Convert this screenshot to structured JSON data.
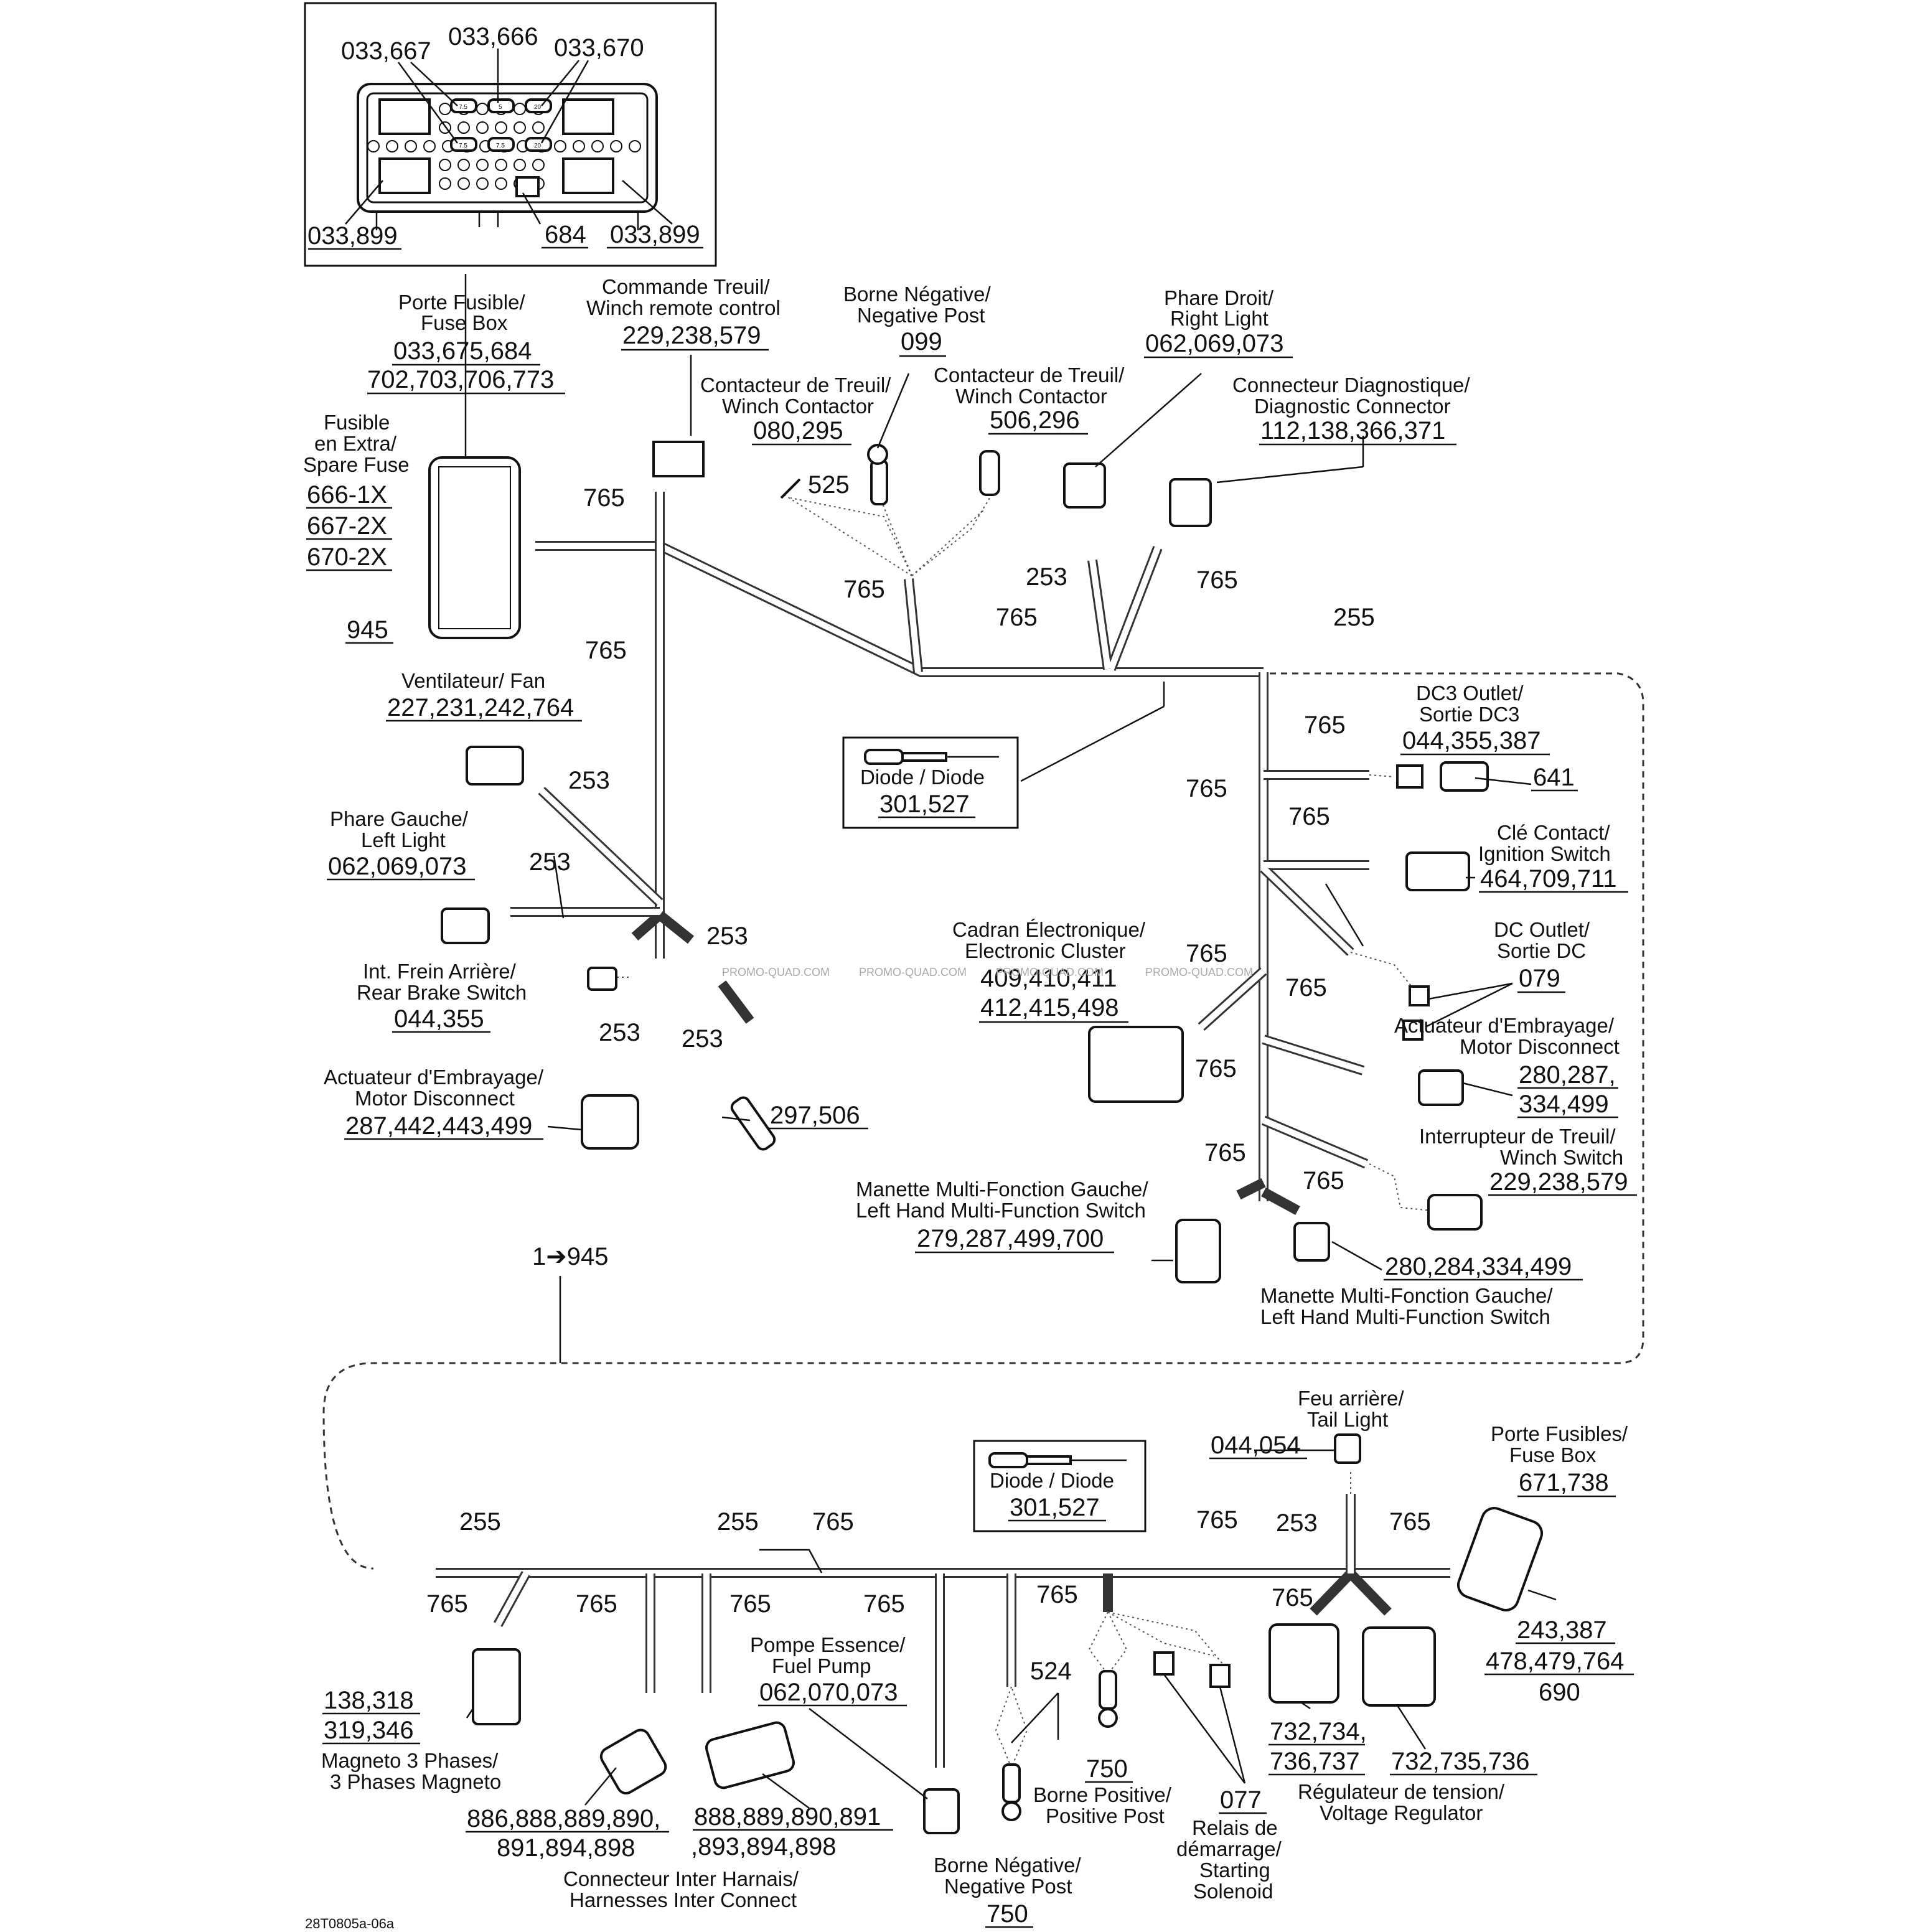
{
  "diagram_code": "28T0805a-06a",
  "watermark": "PROMO-QUAD.COM",
  "fuse_inset": {
    "labels": [
      "033,667",
      "033,666",
      "033,670",
      "033,899",
      "684",
      "033,899"
    ],
    "fuse_values": [
      "7.5",
      "5",
      "20",
      "7.5",
      "7.5",
      "20"
    ]
  },
  "labels": {
    "fusebox_top": [
      "Porte Fusible/",
      "Fuse Box",
      "033,675,684",
      "702,703,706,773"
    ],
    "winch_remote": [
      "Commande Treuil/",
      "Winch remote control",
      "229,238,579"
    ],
    "neg_post_top": [
      "Borne Négative/",
      "Negative Post",
      "099"
    ],
    "right_light": [
      "Phare Droit/",
      "Right Light",
      "062,069,073"
    ],
    "winch_contactor_1": [
      "Contacteur de Treuil/",
      "Winch Contactor",
      "080,295"
    ],
    "winch_contactor_2": [
      "Contacteur de Treuil/",
      "Winch Contactor",
      "506,296"
    ],
    "diag_connector": [
      "Connecteur Diagnostique/",
      "Diagnostic Connector",
      "112,138,366,371"
    ],
    "spare_fuse": [
      "Fusible",
      "en Extra/",
      "Spare Fuse",
      "666-1X",
      "667-2X",
      "670-2X"
    ],
    "fan": [
      "Ventilateur/ Fan",
      "227,231,242,764"
    ],
    "left_light": [
      "Phare Gauche/",
      "Left Light",
      "062,069,073"
    ],
    "rear_brake": [
      "Int. Frein Arrière/",
      "Rear Brake Switch",
      "044,355"
    ],
    "motor_disconnect_left": [
      "Actuateur d'Embrayage/",
      "Motor Disconnect",
      "287,442,443,499"
    ],
    "diode_top": [
      "Diode / Diode",
      "301,527"
    ],
    "dc3_outlet": [
      "DC3 Outlet/",
      "Sortie DC3",
      "044,355,387"
    ],
    "ignition": [
      "Clé Contact/",
      "Ignition Switch",
      "464,709,711"
    ],
    "cluster": [
      "Cadran Électronique/",
      "Electronic Cluster",
      "409,410,411",
      "412,415,498"
    ],
    "dc_outlet": [
      "DC Outlet/",
      "Sortie DC",
      "079"
    ],
    "motor_disconnect_right": [
      "Actuateur d'Embrayage/",
      "Motor Disconnect",
      "280,287,",
      "334,499"
    ],
    "winch_switch": [
      "Interrupteur de Treuil/",
      "Winch Switch",
      "229,238,579"
    ],
    "lh_switch_1": [
      "Manette Multi-Fonction Gauche/",
      "Left Hand Multi-Function Switch",
      "279,287,499,700"
    ],
    "lh_switch_2": [
      "280,284,334,499",
      "Manette Multi-Fonction Gauche/",
      "Left Hand Multi-Function Switch"
    ],
    "break_ref": "1➔945",
    "tail_light": [
      "Feu arrière/",
      "Tail Light",
      "044,054"
    ],
    "diode_bottom": [
      "Diode / Diode",
      "301,527"
    ],
    "fusebox_bottom": [
      "Porte Fusibles/",
      "Fuse Box",
      "671,738"
    ],
    "fusebox_bottom_refs": [
      "243,387",
      "478,479,764",
      "690"
    ],
    "magneto": [
      "138,318",
      "319,346",
      "Magneto 3 Phases/",
      "3 Phases Magneto"
    ],
    "fuel_pump": [
      "Pompe Essence/",
      "Fuel Pump",
      "062,070,073"
    ],
    "inter_conn_1": [
      "886,888,889,890,",
      "891,894,898"
    ],
    "inter_conn_2": [
      "888,889,890,891",
      ",893,894,898"
    ],
    "inter_conn_caption": [
      "Connecteur Inter Harnais/",
      "Harnesses Inter Connect"
    ],
    "neg_post_bottom": [
      "Borne Négative/",
      "Negative Post",
      "750"
    ],
    "pos_post": [
      "750",
      "Borne Positive/",
      "Positive Post"
    ],
    "starter": [
      "077",
      "Relais de",
      "démarrage/",
      "Starting",
      "Solenoid"
    ],
    "voltage_reg": [
      "732,734,",
      "736,737",
      "732,735,736",
      "Régulateur de tension/",
      "Voltage Regulator"
    ],
    "numbers": {
      "n765": "765",
      "n253": "253",
      "n255": "255",
      "n525": "525",
      "n641": "641",
      "n945": "945",
      "n297": "297,506",
      "n524": "524"
    }
  }
}
